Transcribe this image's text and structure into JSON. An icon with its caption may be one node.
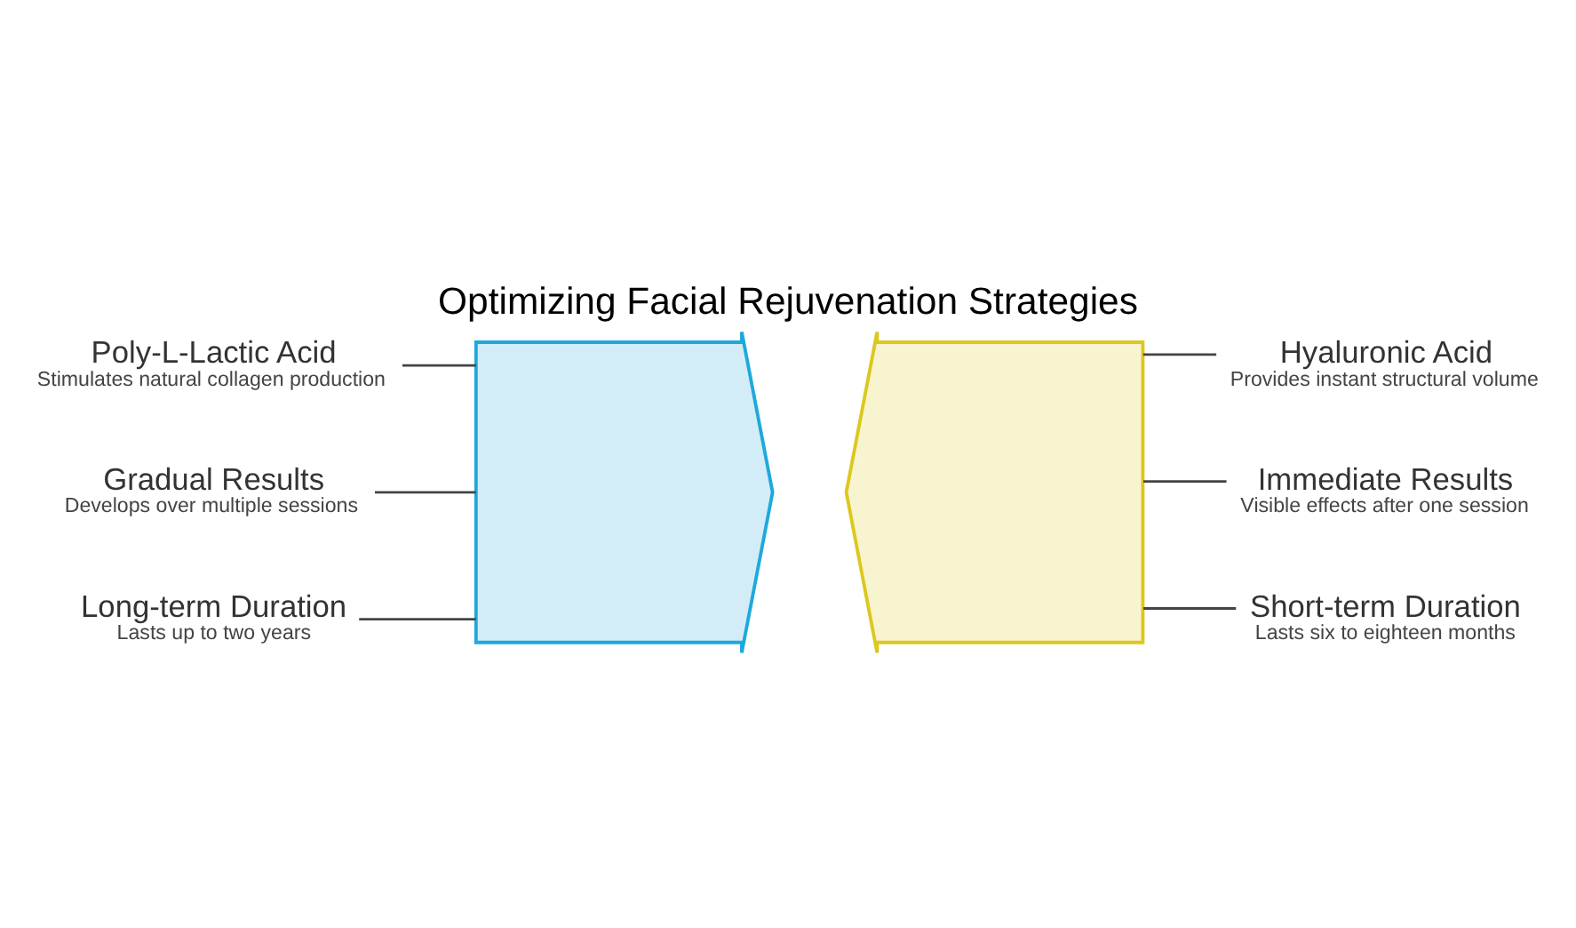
{
  "diagram": {
    "title": "Optimizing Facial Rejuvenation Strategies",
    "nodes": [
      {
        "text": [
          "Poly-L-Lactic Acid",
          "Stimulates natural collagen production"
        ]
      },
      {
        "text": [
          "Gradual Results",
          "Develops over multiple sessions"
        ]
      },
      {
        "text": [
          "Long-term Duration",
          "Lasts up to two years"
        ]
      },
      {
        "text": [],
        "shape": "arrow"
      },
      {
        "text": [],
        "shape": "arrow"
      },
      {
        "text": [
          "Hyaluronic Acid",
          "Provides instant structural volume"
        ]
      },
      {
        "text": [
          "Immediate Results",
          "Visible effects after one session"
        ]
      },
      {
        "text": [
          "Short-term Duration",
          "Lasts six to eighteen months"
        ]
      }
    ],
    "edges": [
      {
        "from": 0,
        "to": 3,
        "arrow": "none"
      },
      {
        "from": 1,
        "to": 3,
        "arrow": "none"
      },
      {
        "from": 2,
        "to": 3,
        "arrow": "none"
      },
      {
        "from": 5,
        "to": 4,
        "arrow": "none"
      },
      {
        "from": 6,
        "to": 4,
        "arrow": "none"
      },
      {
        "from": 7,
        "to": 4,
        "arrow": "none"
      }
    ]
  }
}
